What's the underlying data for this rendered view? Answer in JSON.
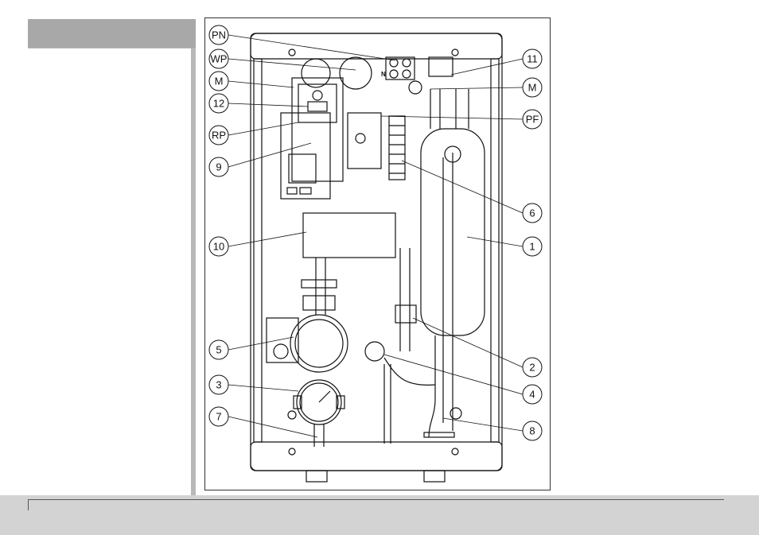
{
  "left_callouts": [
    "PN",
    "WP",
    "M",
    "12",
    "RP",
    "9",
    "10",
    "5",
    "3",
    "7"
  ],
  "right_callouts": [
    "11",
    "M",
    "PF",
    "6",
    "1",
    "2",
    "4",
    "8"
  ],
  "terminal_label": "N",
  "colors": {
    "header_band": "#a8a8a8",
    "footer_band": "#d3d3d3",
    "side_rule": "#b8b8b8",
    "line": "#111111"
  }
}
